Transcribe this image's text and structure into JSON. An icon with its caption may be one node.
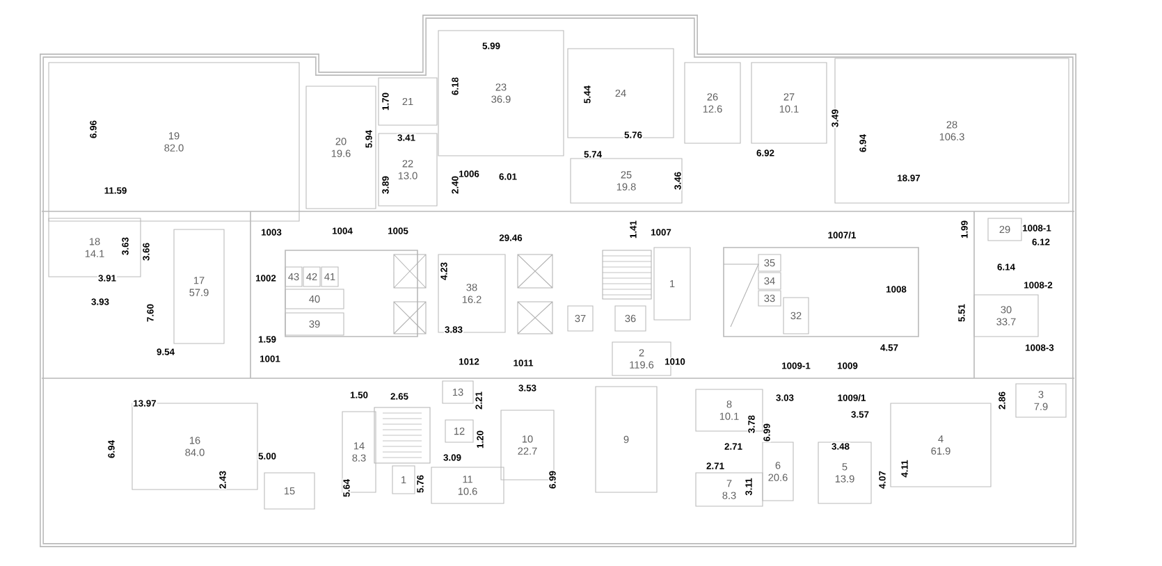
{
  "diagram": {
    "nodes": [
      {
        "text": [
          "19",
          "82.0"
        ]
      },
      {
        "text": [
          "20",
          "19.6"
        ]
      },
      {
        "text": [
          "21"
        ]
      },
      {
        "text": [
          "23",
          "36.9"
        ]
      },
      {
        "text": [
          "24"
        ]
      },
      {
        "text": [
          "26",
          "12.6"
        ]
      },
      {
        "text": [
          "27",
          "10.1"
        ]
      },
      {
        "text": [
          "28",
          "106.3"
        ]
      },
      {
        "text": [
          "22",
          "13.0"
        ]
      },
      {
        "text": [
          "25",
          "19.8"
        ]
      },
      {
        "text": [
          "18",
          "14.1"
        ]
      },
      {
        "text": [
          "17",
          "57.9"
        ]
      },
      {
        "text": [
          "43"
        ]
      },
      {
        "text": [
          "42"
        ]
      },
      {
        "text": [
          "41"
        ]
      },
      {
        "text": [
          "40"
        ]
      },
      {
        "text": [
          "39"
        ]
      },
      {
        "text": [
          "38",
          "16.2"
        ]
      },
      {
        "text": [
          "37"
        ]
      },
      {
        "text": [
          "36"
        ]
      },
      {
        "text": [
          "1"
        ]
      },
      {
        "text": [
          "35"
        ]
      },
      {
        "text": [
          "34"
        ]
      },
      {
        "text": [
          "33"
        ]
      },
      {
        "text": [
          "32"
        ]
      },
      {
        "text": [
          "29"
        ]
      },
      {
        "text": [
          "30",
          "33.7"
        ]
      },
      {
        "text": [
          "2",
          "119.6"
        ]
      },
      {
        "text": [
          "16",
          "84.0"
        ]
      },
      {
        "text": [
          "15"
        ]
      },
      {
        "text": [
          "14",
          "8.3"
        ]
      },
      {
        "text": [
          "1"
        ]
      },
      {
        "text": [
          "13"
        ]
      },
      {
        "text": [
          "12"
        ]
      },
      {
        "text": [
          "11",
          "10.6"
        ]
      },
      {
        "text": [
          "10",
          "22.7"
        ]
      },
      {
        "text": [
          "9"
        ]
      },
      {
        "text": [
          "8",
          "10.1"
        ]
      },
      {
        "text": [
          "7",
          "8.3"
        ]
      },
      {
        "text": [
          "6",
          "20.6"
        ]
      },
      {
        "text": [
          "5",
          "13.9"
        ]
      },
      {
        "text": [
          "4",
          "61.9"
        ]
      },
      {
        "text": [
          "3",
          "7.9"
        ]
      }
    ],
    "labels": [
      "5.99",
      "1.70",
      "5.44",
      "6.18",
      "3.49",
      "6.96",
      "3.41",
      "5.94",
      "5.76",
      "6.94",
      "6.92",
      "5.74",
      "1006",
      "6.01",
      "18.97",
      "3.46",
      "2.40",
      "3.89",
      "11.59",
      "1.41",
      "1008-1",
      "1.99",
      "1004",
      "1005",
      "1003",
      "1007",
      "1007/1",
      "29.46",
      "6.12",
      "3.63",
      "3.66",
      "6.14",
      "4.23",
      "3.91",
      "1002",
      "1008-2",
      "1008",
      "3.93",
      "5.51",
      "7.60",
      "3.83",
      "1.59",
      "4.57",
      "1008-3",
      "9.54",
      "1001",
      "1012",
      "1010",
      "1011",
      "1009-1",
      "1009",
      "3.53",
      "1.50",
      "2.65",
      "3.03",
      "1009/1",
      "2.86",
      "2.21",
      "13.97",
      "3.57",
      "3.78",
      "6.99",
      "1.20",
      "2.71",
      "3.48",
      "6.94",
      "5.00",
      "3.09",
      "2.71",
      "4.11",
      "2.43",
      "4.07",
      "6.99",
      "5.76",
      "3.11",
      "5.64"
    ]
  }
}
